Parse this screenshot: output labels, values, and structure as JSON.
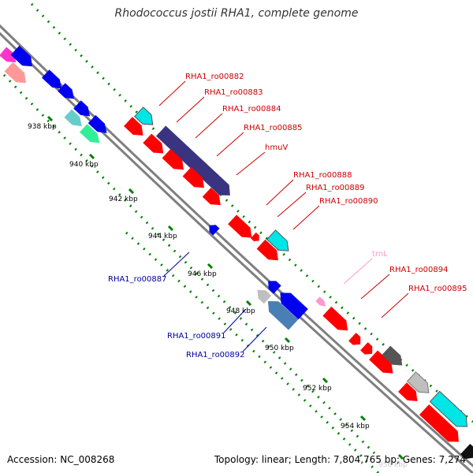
{
  "title": "Rhodococcus jostii RHA1, complete genome",
  "accession": "Accession: NC_008268",
  "topology": "Topology: linear; Length: 7,804,765 bp; Genes: 7,274",
  "colors": {
    "label_top": "#cc0000",
    "label_bottom": "#000099",
    "label_rna": "#ff99cc",
    "tick": "#007f00",
    "backbone": "#7f7f7f"
  },
  "kbp_labels": [
    "938 kbp",
    "940 kbp",
    "942 kbp",
    "944 kbp",
    "946 kbp",
    "948 kbp",
    "950 kbp",
    "952 kbp",
    "954 kbp",
    "956 kbp"
  ],
  "top_labels": [
    "RHA1_ro00882",
    "RHA1_ro00883",
    "RHA1_ro00884",
    "RHA1_ro00885",
    "hmuV",
    "RHA1_ro00888",
    "RHA1_ro00889",
    "RHA1_ro00890",
    "trnL",
    "RHA1_ro00894",
    "RHA1_ro00895"
  ],
  "bottom_labels": [
    "RHA1_ro00887",
    "RHA1_ro00891",
    "RHA1_ro00892"
  ]
}
